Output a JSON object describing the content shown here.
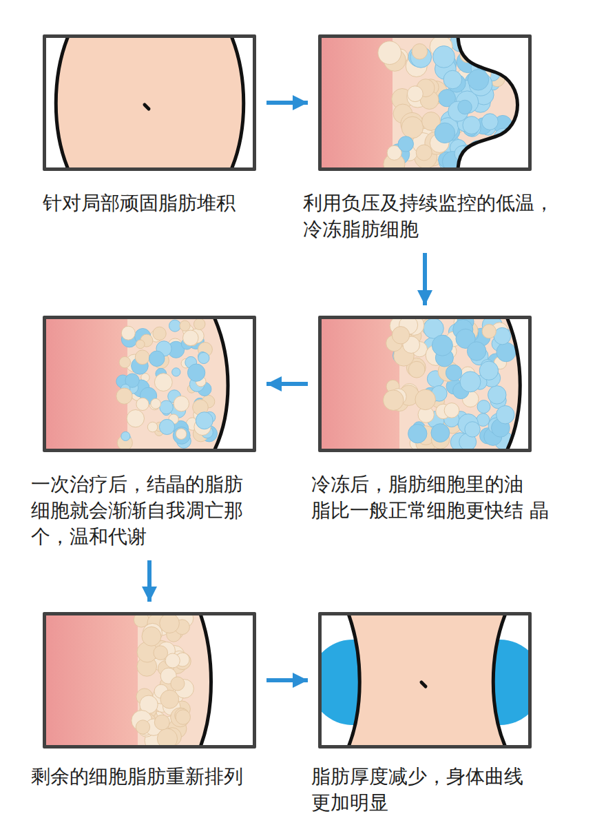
{
  "diagram": {
    "nodes": [
      {
        "text": [
          "针对局部顽固脂肪堆积"
        ]
      },
      {
        "text": [
          "利用负压及持续监控的低温， 冷冻脂肪细胞"
        ]
      },
      {
        "text": [
          "一次治疗后，结晶的脂肪 细胞就会渐渐自我凋亡那 个，温和代谢"
        ]
      },
      {
        "text": [
          "冷冻后，脂肪细胞里的油 脂比一般正常细胞更快结 晶"
        ]
      },
      {
        "text": [
          "剩余的细胞脂肪重新排列"
        ]
      },
      {
        "text": [
          "脂肪厚度减少，身体曲线 更加明显"
        ]
      }
    ],
    "edges": [
      {
        "from": 0,
        "to": 1,
        "arrow": "to"
      },
      {
        "from": 1,
        "to": 3,
        "arrow": "to"
      },
      {
        "from": 3,
        "to": 2,
        "arrow": "to"
      },
      {
        "from": 2,
        "to": 4,
        "arrow": "to"
      },
      {
        "from": 4,
        "to": 5,
        "arrow": "to"
      }
    ]
  }
}
